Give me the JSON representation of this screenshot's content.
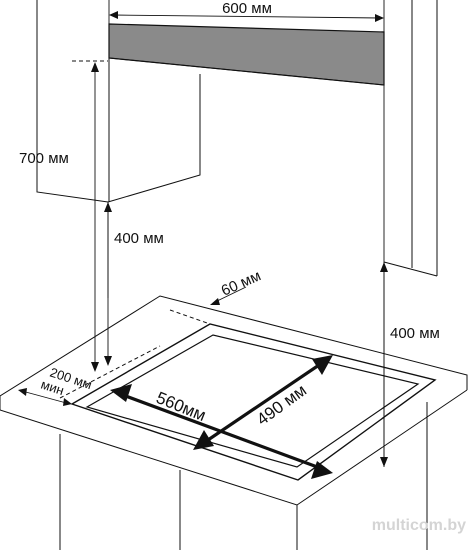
{
  "dimensions": {
    "hood_width": "600 мм",
    "cabinet_height": "700 мм",
    "hood_clearance": "400 мм",
    "wall_clearance": "60 мм",
    "side_clearance": "400 мм",
    "cutout_depth_min": "200 мм",
    "cutout_depth_min_suffix": "мин",
    "cutout_width": "560мм",
    "cutout_depth": "490 мм"
  },
  "watermark": "multicom.by"
}
